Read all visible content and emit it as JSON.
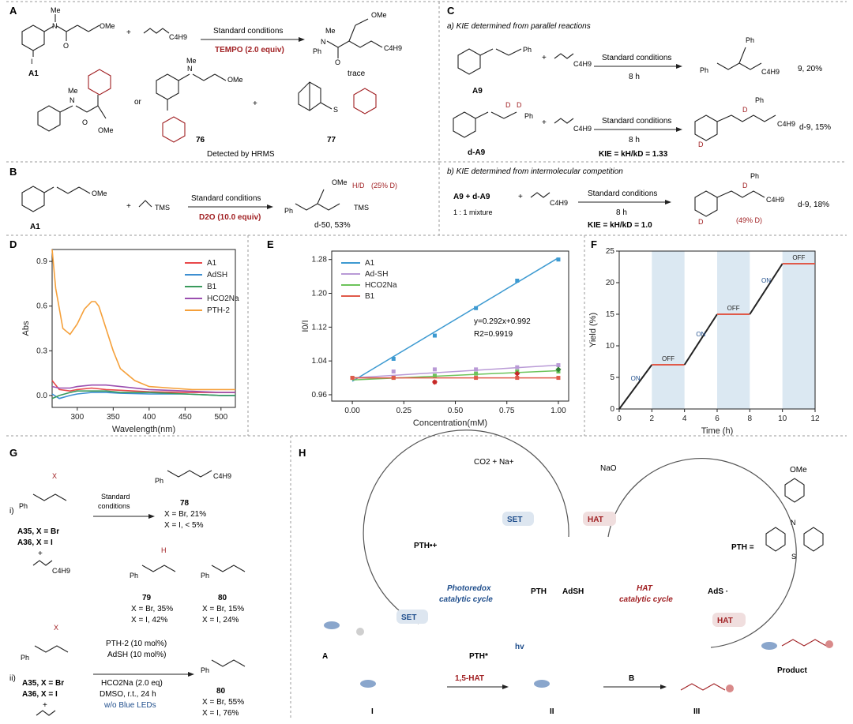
{
  "panels": {
    "A": {
      "letter": "A",
      "condition": "Standard conditions",
      "additive": "TEMPO (2.0 equiv)",
      "reactant_label": "A1",
      "product_note": "trace",
      "or_text": "or",
      "plus": "+",
      "compound_76": "76",
      "compound_77": "77",
      "detected": "Detected by HRMS",
      "frag_ome": "OMe",
      "frag_me": "Me",
      "frag_ph": "Ph",
      "frag_c4h9": "C4H9",
      "frag_n": "N",
      "frag_i": "I",
      "frag_o": "O",
      "frag_s": "S"
    },
    "B": {
      "letter": "B",
      "condition": "Standard conditions",
      "additive": "D2O (10.0 equiv)",
      "reactant_label": "A1",
      "tms": "TMS",
      "hd": "H/D",
      "deut": "(25% D)",
      "product": "d-50, 53%"
    },
    "C": {
      "letter": "C",
      "sub_a": "a) KIE determined from parallel reactions",
      "sub_b": "b) KIE determined from intermolecular competition",
      "condition": "Standard conditions",
      "time": "8 h",
      "a9": "A9",
      "da9": "d-A9",
      "p1": "9, 20%",
      "p2": "d-9, 15%",
      "kie1": "KIE = kH/kD = 1.33",
      "mix": "A9 + d-A9",
      "ratio": "1 : 1 mixture",
      "kie2": "KIE = kH/kD = 1.0",
      "p3": "d-9, 18%",
      "deut3": "(49% D)",
      "ph": "Ph",
      "d": "D"
    },
    "D": {
      "letter": "D"
    },
    "E": {
      "letter": "E",
      "equation": "y=0.292x+0.992",
      "r2": "R2=0.9919"
    },
    "F": {
      "letter": "F"
    },
    "G": {
      "letter": "G",
      "i": "i)",
      "ii": "ii)",
      "std": "Standard",
      "cond": "conditions",
      "a35": "A35, X = Br",
      "a36": "A36, X = I",
      "c78": "78",
      "y78a": "X = Br, 21%",
      "y78b": "X = I, < 5%",
      "c79": "79",
      "y79a": "X = Br, 35%",
      "y79b": "X = I, 42%",
      "c80": "80",
      "y80a": "X = Br, 15%",
      "y80b": "X = I, 24%",
      "r1": "PTH-2 (10 mol%)",
      "r2": "AdSH (10 mol%)",
      "r3": "HCO2Na (2.0 eq)",
      "r4": "DMSO, r.t., 24 h",
      "r5": "w/o Blue LEDs",
      "y80c": "X = Br, 55%",
      "y80d": "X = I, 76%",
      "x": "X",
      "h": "H"
    },
    "H": {
      "letter": "H",
      "co2": "CO2 + Na+",
      "nao": "NaO",
      "set": "SET",
      "hat": "HAT",
      "pth_rad": "PTH•+",
      "pth": "PTH",
      "adsh": "AdSH",
      "ads": "AdS ·",
      "photo1": "Photoredox",
      "photo2": "catalytic cycle",
      "hat1": "HAT",
      "hat2": "catalytic cycle",
      "pth_star": "PTH*",
      "hv": "hv",
      "a": "A",
      "i": "I",
      "ii": "II",
      "iii": "III",
      "b": "B",
      "shift": "1,5-HAT",
      "product": "Product",
      "pth_def": "PTH =",
      "ome": "OMe",
      "n": "N",
      "s": "S"
    }
  },
  "chart_data": [
    {
      "panel": "D",
      "type": "line",
      "xlabel": "Wavelength(nm)",
      "ylabel": "Abs",
      "xlim": [
        265,
        520
      ],
      "ylim": [
        -0.08,
        0.98
      ],
      "xticks": [
        300,
        350,
        400,
        450,
        500
      ],
      "yticks": [
        0.0,
        0.3,
        0.6,
        0.9
      ],
      "legend_position": "top-right",
      "series": [
        {
          "name": "A1",
          "color": "#e8484a",
          "x": [
            265,
            275,
            290,
            300,
            320,
            340,
            360,
            400,
            450,
            500,
            520
          ],
          "y": [
            0.1,
            0.04,
            0.03,
            0.04,
            0.05,
            0.04,
            0.035,
            0.025,
            0.02,
            0.02,
            0.02
          ]
        },
        {
          "name": "AdSH",
          "color": "#3d8fd1",
          "x": [
            265,
            275,
            290,
            300,
            320,
            340,
            360,
            400,
            450,
            500,
            520
          ],
          "y": [
            0.01,
            -0.02,
            0.0,
            0.01,
            0.02,
            0.02,
            0.015,
            0.01,
            0.01,
            0.0,
            0.0
          ]
        },
        {
          "name": "B1",
          "color": "#3a9a5c",
          "x": [
            265,
            275,
            290,
            300,
            320,
            340,
            360,
            400,
            450,
            500,
            520
          ],
          "y": [
            -0.02,
            0.0,
            0.02,
            0.03,
            0.03,
            0.03,
            0.02,
            0.02,
            0.01,
            0.0,
            0.0
          ]
        },
        {
          "name": "HCO2Na",
          "color": "#9b4fb0",
          "x": [
            265,
            275,
            290,
            300,
            320,
            340,
            360,
            400,
            450,
            500,
            520
          ],
          "y": [
            0.06,
            0.05,
            0.05,
            0.06,
            0.07,
            0.07,
            0.06,
            0.04,
            0.03,
            0.02,
            0.02
          ]
        },
        {
          "name": "PTH-2",
          "color": "#f5a03a",
          "x": [
            265,
            270,
            280,
            290,
            300,
            310,
            320,
            325,
            330,
            340,
            350,
            360,
            380,
            400,
            430,
            460,
            500,
            520
          ],
          "y": [
            0.98,
            0.72,
            0.45,
            0.41,
            0.48,
            0.58,
            0.63,
            0.63,
            0.6,
            0.45,
            0.3,
            0.18,
            0.1,
            0.06,
            0.05,
            0.04,
            0.04,
            0.04
          ]
        }
      ]
    },
    {
      "panel": "E",
      "type": "scatter",
      "xlabel": "Concentration(mM)",
      "ylabel": "I0/I",
      "xlim": [
        -0.1,
        1.05
      ],
      "ylim": [
        0.945,
        1.3
      ],
      "xticks": [
        0.0,
        0.25,
        0.5,
        0.75,
        1.0
      ],
      "yticks": [
        0.96,
        1.04,
        1.12,
        1.2,
        1.28
      ],
      "legend_position": "top-left",
      "series": [
        {
          "name": "A1",
          "color": "#3d9ad1",
          "x": [
            0,
            0.2,
            0.4,
            0.6,
            0.8,
            1.0
          ],
          "y": [
            1.0,
            1.045,
            1.1,
            1.165,
            1.23,
            1.28
          ],
          "fit": [
            0.992,
            1.284
          ]
        },
        {
          "name": "Ad-SH",
          "color": "#b99ad6",
          "x": [
            0,
            0.2,
            0.4,
            0.6,
            0.8,
            1.0
          ],
          "y": [
            1.0,
            1.015,
            1.02,
            1.02,
            1.025,
            1.03
          ],
          "fit": [
            1.0,
            1.03
          ]
        },
        {
          "name": "HCO2Na",
          "color": "#6cc35a",
          "x": [
            0,
            0.2,
            0.4,
            0.6,
            0.8,
            1.0
          ],
          "y": [
            1.0,
            1.0,
            1.005,
            1.01,
            1.015,
            1.015
          ],
          "fit": [
            0.995,
            1.017
          ]
        },
        {
          "name": "B1",
          "color": "#e05a4a",
          "x": [
            0,
            0.2,
            0.4,
            0.6,
            0.8,
            1.0
          ],
          "y": [
            1.0,
            1.0,
            0.99,
            1.0,
            1.0,
            1.0
          ],
          "fit": [
            1.0,
            1.0
          ]
        }
      ],
      "markers": [
        {
          "color": "#c62828",
          "x": [
            0.4,
            0.8
          ],
          "y": [
            0.99,
            1.01
          ]
        },
        {
          "color": "#2e7d32",
          "x": [
            1.0
          ],
          "y": [
            1.02
          ]
        }
      ]
    },
    {
      "panel": "F",
      "type": "line",
      "xlabel": "Time (h)",
      "ylabel": "Yield (%)",
      "xlim": [
        0,
        12
      ],
      "ylim": [
        0,
        25
      ],
      "xticks": [
        0,
        2,
        4,
        6,
        8,
        10,
        12
      ],
      "yticks": [
        0,
        5,
        10,
        15,
        20,
        25
      ],
      "shaded_intervals": [
        [
          2,
          4
        ],
        [
          6,
          8
        ],
        [
          10,
          12
        ]
      ],
      "series": [
        {
          "name": "ON",
          "color": "#222222",
          "x": [
            0,
            2
          ],
          "y": [
            0,
            7
          ]
        },
        {
          "name": "OFF",
          "color": "#e05a4a",
          "x": [
            2,
            4
          ],
          "y": [
            7,
            7
          ]
        },
        {
          "name": "ON",
          "color": "#222222",
          "x": [
            4,
            6
          ],
          "y": [
            7,
            15
          ]
        },
        {
          "name": "OFF",
          "color": "#e05a4a",
          "x": [
            6,
            8
          ],
          "y": [
            15,
            15
          ]
        },
        {
          "name": "ON",
          "color": "#222222",
          "x": [
            8,
            10
          ],
          "y": [
            15,
            23
          ]
        },
        {
          "name": "OFF",
          "color": "#e05a4a",
          "x": [
            10,
            12
          ],
          "y": [
            23,
            23
          ]
        }
      ],
      "labels": [
        {
          "text": "ON",
          "x": 1.0,
          "y": 4.5
        },
        {
          "text": "OFF",
          "x": 3.0,
          "y": 7.6
        },
        {
          "text": "ON",
          "x": 5.0,
          "y": 11.5
        },
        {
          "text": "OFF",
          "x": 7.0,
          "y": 15.6
        },
        {
          "text": "ON",
          "x": 9.0,
          "y": 20.0
        },
        {
          "text": "OFF",
          "x": 11.0,
          "y": 23.6
        }
      ]
    }
  ]
}
